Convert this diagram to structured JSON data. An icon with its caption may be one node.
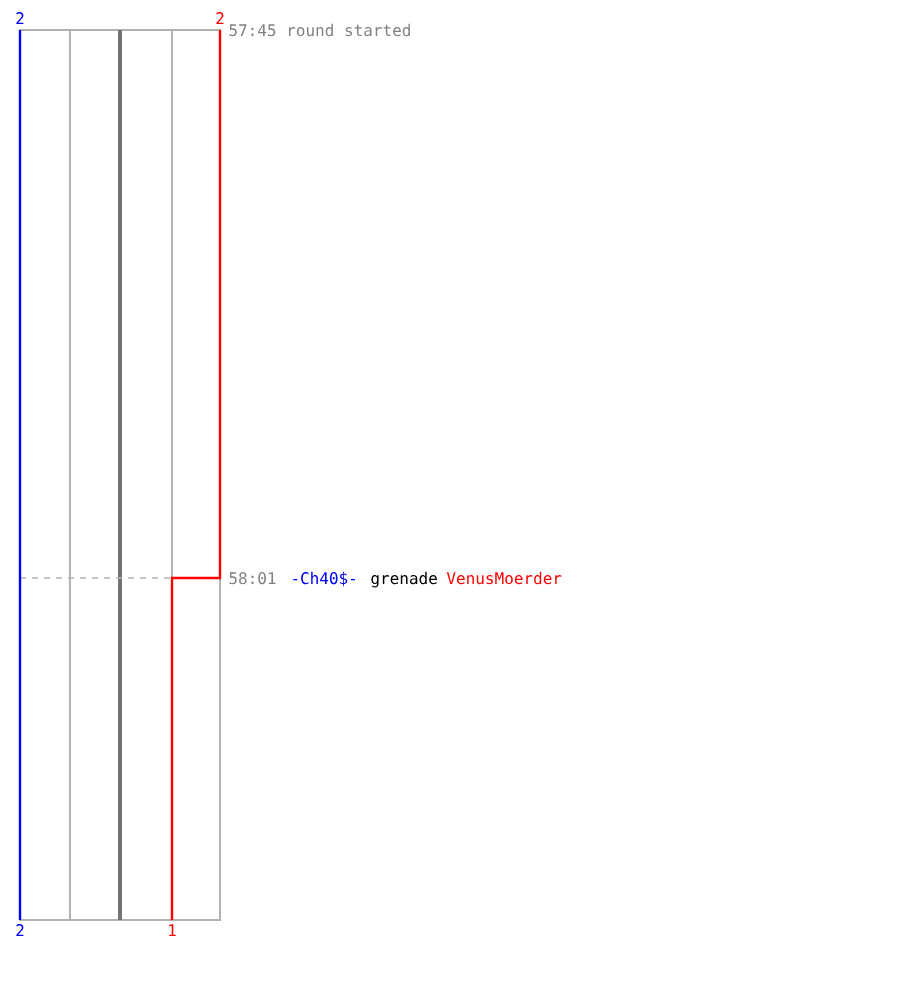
{
  "diagram": {
    "labels": [
      "2",
      "2",
      "57:45 round started",
      "58:01",
      "-Ch40$-",
      "grenade",
      "VenusMoerder",
      "2",
      "1"
    ]
  }
}
